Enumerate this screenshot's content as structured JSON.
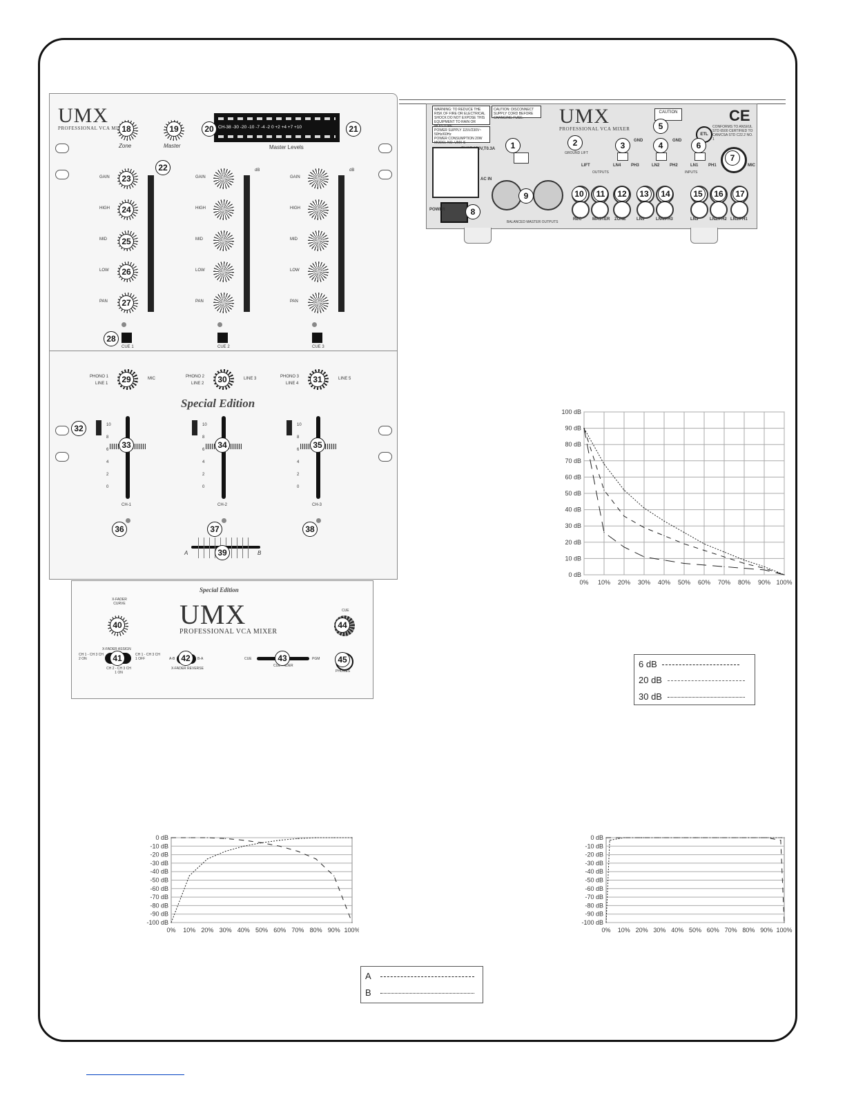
{
  "front": {
    "brand": "UMX",
    "brand_sub": "PROFESSIONAL VCA MIXER",
    "zone_label": "Zone",
    "master_label": "Master",
    "meter_scale": "CH-38 -30 -20 -10 -7 -4 -2 0 +2 +4 +7 +10",
    "master_levels_label": "Master Levels",
    "db_label": "dB",
    "eq_labels": [
      "GAIN",
      "HIGH",
      "MID",
      "LOW",
      "PAN"
    ],
    "cue_labels": [
      "CUE 1",
      "CUE 2",
      "CUE 3"
    ],
    "input_labels": [
      {
        "left": "PHONO 1",
        "left2": "LINE 1",
        "right": "MIC"
      },
      {
        "left": "PHONO 2",
        "left2": "LINE 2",
        "right": "LINE 3"
      },
      {
        "left": "PHONO 3",
        "left2": "LINE 4",
        "right": "LINE 5"
      }
    ],
    "special_edition": "Special Edition",
    "channel_labels": [
      "CH-1",
      "CH-2",
      "CH-3"
    ],
    "fader_scale": [
      "10",
      "8",
      "6",
      "4",
      "2",
      "0"
    ],
    "cross_left": "A",
    "cross_right": "B"
  },
  "lower_panel": {
    "special_edition": "Special Edition",
    "brand": "UMX",
    "brand_sub": "PROFESSIONAL VCA MIXER",
    "xfader_curve": "X-FADER CURVE",
    "xfader_assign": "X-FADER ASSIGN",
    "assign_left": "CH 1 - CH 3 CH 2 ON",
    "assign_right": "CH 1 - CH 3 CH 1 OFF",
    "assign_bottom": "CH 2 - CH 3 CH 1 ON",
    "reverse_left": "A-B",
    "reverse_right": "B-A",
    "xfader_reverse": "X-FADER REVERSE",
    "cue_left": "CUE",
    "cue_right": "PGM",
    "cue_fader": "CUE FADER",
    "cue_knob": "CUE",
    "phones": "PHONES"
  },
  "rear": {
    "warning_text": "WARNING: TO REDUCE THE RISK OF FIRE OR ELECTRICAL SHOCK DO NOT EXPOSE THIS EQUIPMENT TO RAIN OR MOISTURE.",
    "caution_text": "CAUTION: DISCONNECT SUPPLY CORD BEFORE CHANGING FUSE.",
    "power_supply": "POWER SUPPLY 115V/230V~ 50Hz/60Hz",
    "power_consumption": "POWER CONSUMPTION 20W",
    "model": "MODEL NO. UMX-S",
    "brand": "UMX",
    "brand_sub": "PROFESSIONAL VCA MIXER",
    "caution_label": "CAUTION",
    "fuse": "FUSE 250V,T0.3A",
    "ground_lift": "GROUND LIFT",
    "lift": "LIFT",
    "gnd": "GND",
    "ac_in": "AC IN",
    "power": "POWER",
    "balanced": "BALANCED MASTER OUTPUTS",
    "outputs": "OUTPUTS",
    "inputs": "INPUTS",
    "out_labels": [
      "REC",
      "MASTER",
      "ZONE"
    ],
    "in_labels": [
      "LN5",
      "LN4/PH3",
      "LN3",
      "LN2/PH2",
      "LN1/PH1"
    ],
    "switch_labels": [
      "LN4",
      "PH3",
      "LN2",
      "PH2",
      "LN1",
      "PH1"
    ],
    "mic": "MIC",
    "ce": "CE",
    "etl": "ETL",
    "conformity": "CONFORMS TO ANSI/UL STD 6500 CERTIFIED TO CAN/CSA STD C22.2 NO. 1"
  },
  "callouts": {
    "rear": [
      "1",
      "2",
      "3",
      "4",
      "5",
      "6",
      "7",
      "8",
      "9",
      "10",
      "11",
      "12",
      "13",
      "14",
      "15",
      "16",
      "17"
    ],
    "front": [
      "18",
      "19",
      "20",
      "21",
      "22",
      "23",
      "24",
      "25",
      "26",
      "27",
      "28",
      "29",
      "30",
      "31",
      "32",
      "33",
      "34",
      "35",
      "36",
      "37",
      "38",
      "39"
    ],
    "lower": [
      "40",
      "41",
      "42",
      "43",
      "44",
      "45"
    ]
  },
  "chart_data": [
    {
      "type": "line",
      "title": "",
      "xlabel": "",
      "ylabel": "",
      "x": [
        0,
        10,
        20,
        30,
        40,
        50,
        60,
        70,
        80,
        90,
        100
      ],
      "x_tick_labels": [
        "0%",
        "10%",
        "20%",
        "30%",
        "40%",
        "50%",
        "60%",
        "70%",
        "80%",
        "90%",
        "100%"
      ],
      "y_tick_labels": [
        "0 dB",
        "10 dB",
        "20 dB",
        "30 dB",
        "40 dB",
        "50 dB",
        "60 dB",
        "70 dB",
        "80 dB",
        "90 dB",
        "100 dB"
      ],
      "ylim": [
        0,
        100
      ],
      "grid": true,
      "legend_position": "below-right",
      "series": [
        {
          "name": "6 dB",
          "style": "long-dash",
          "values": [
            90,
            26,
            17,
            11,
            9,
            7,
            6,
            5,
            4,
            3,
            0
          ]
        },
        {
          "name": "20 dB",
          "style": "dash",
          "values": [
            90,
            52,
            36,
            29,
            24,
            19,
            15,
            11,
            7,
            4,
            0
          ]
        },
        {
          "name": "30 dB",
          "style": "dot",
          "values": [
            90,
            68,
            52,
            41,
            33,
            26,
            19,
            14,
            9,
            5,
            0
          ]
        }
      ]
    },
    {
      "type": "line",
      "title": "",
      "xlabel": "",
      "ylabel": "",
      "x": [
        0,
        10,
        20,
        30,
        40,
        50,
        60,
        70,
        80,
        90,
        100
      ],
      "x_tick_labels": [
        "0%",
        "10%",
        "20%",
        "30%",
        "40%",
        "50%",
        "60%",
        "70%",
        "80%",
        "90%",
        "100%"
      ],
      "y_tick_labels": [
        "0 dB",
        "-10 dB",
        "-20 dB",
        "-30 dB",
        "-40 dB",
        "-50 dB",
        "-60 dB",
        "-70 dB",
        "-80 dB",
        "-90 dB",
        "-100 dB"
      ],
      "ylim": [
        -100,
        0
      ],
      "grid": true,
      "legend_position": "bottom-center",
      "series": [
        {
          "name": "A",
          "style": "dash",
          "values": [
            0,
            0,
            0,
            -1,
            -3,
            -6,
            -10,
            -16,
            -25,
            -45,
            -100
          ]
        },
        {
          "name": "B",
          "style": "dot",
          "values": [
            -100,
            -45,
            -25,
            -16,
            -10,
            -6,
            -3,
            -1,
            0,
            0,
            0
          ]
        }
      ]
    },
    {
      "type": "line",
      "title": "",
      "xlabel": "",
      "ylabel": "",
      "x": [
        0,
        2,
        10,
        20,
        50,
        80,
        90,
        98,
        100
      ],
      "x_tick_labels": [
        "0%",
        "10%",
        "20%",
        "30%",
        "40%",
        "50%",
        "60%",
        "70%",
        "80%",
        "90%",
        "100%"
      ],
      "y_tick_labels": [
        "0 dB",
        "-10 dB",
        "-20 dB",
        "-30 dB",
        "-40 dB",
        "-50 dB",
        "-60 dB",
        "-70 dB",
        "-80 dB",
        "-90 dB",
        "-100 dB"
      ],
      "ylim": [
        -100,
        0
      ],
      "grid": true,
      "series": [
        {
          "name": "A",
          "style": "dash",
          "values": [
            0,
            0,
            0,
            0,
            0,
            0,
            0,
            -3,
            -100
          ]
        },
        {
          "name": "B",
          "style": "dot",
          "values": [
            -100,
            -3,
            0,
            0,
            0,
            0,
            0,
            0,
            0
          ]
        }
      ]
    }
  ]
}
